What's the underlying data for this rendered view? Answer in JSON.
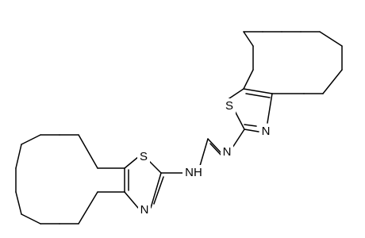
{
  "molecule": {
    "atom_labels": {
      "s_upper": "S",
      "n_upper": "N",
      "n_imine": "N",
      "s_lower": "S",
      "nh": "NH",
      "n_lower": "N"
    }
  },
  "colors": {
    "bond": "#000000",
    "label": "#000000",
    "background": "#ffffff"
  }
}
